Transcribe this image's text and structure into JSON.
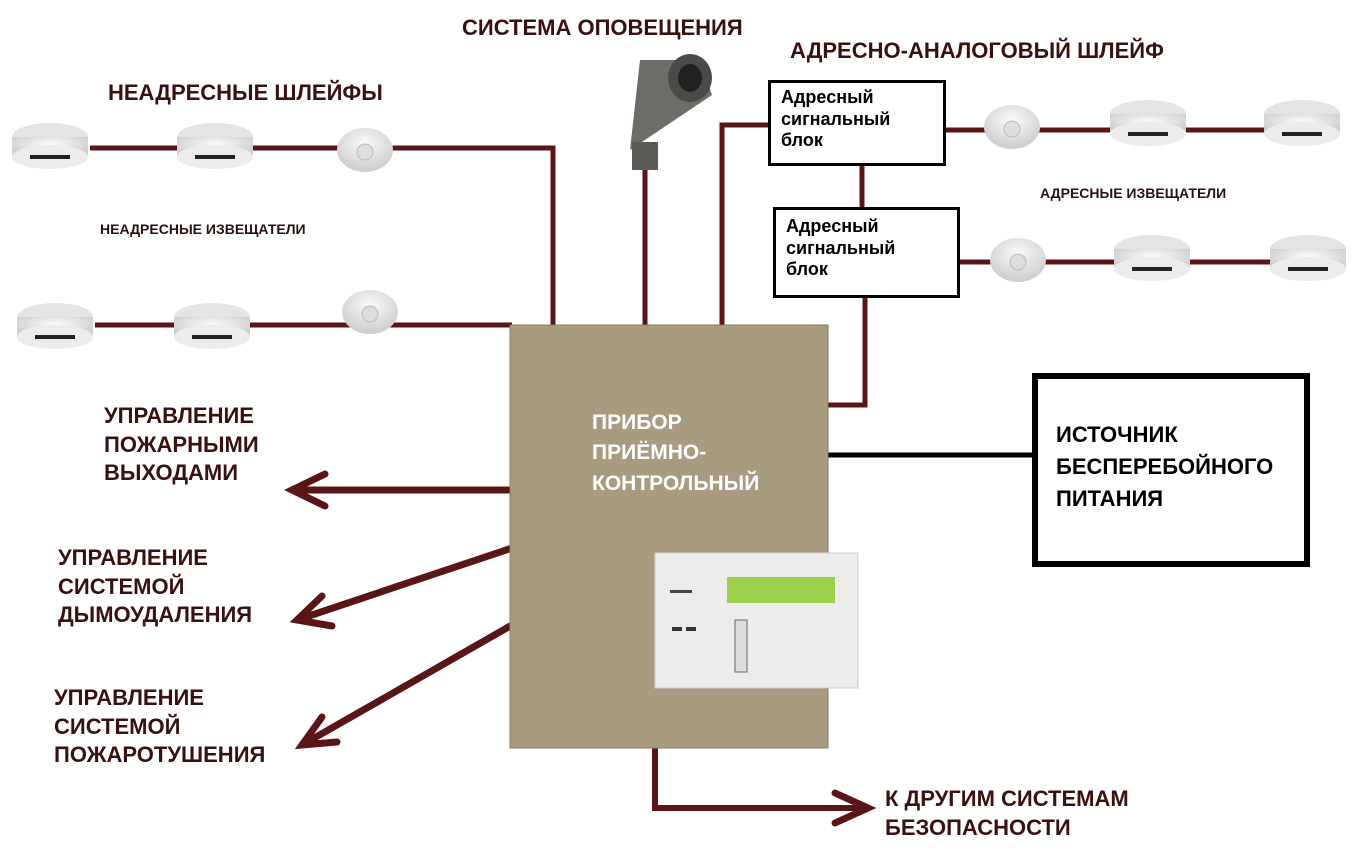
{
  "titles": {
    "warning_system": "СИСТЕМА ОПОВЕЩЕНИЯ",
    "addressable_loop": "АДРЕСНО-АНАЛОГОВЫЙ ШЛЕЙФ",
    "non_addressable_loops": "НЕАДРЕСНЫЕ ШЛЕЙФЫ",
    "non_addressable_detectors": "НЕАДРЕСНЫЕ ИЗВЕЩАТЕЛИ",
    "addressable_detectors": "АДРЕСНЫЕ ИЗВЕЩАТЕЛИ"
  },
  "signal_blocks": [
    "Адресный\nсигнальный\nблок",
    "Адресный\nсигнальный\nблок"
  ],
  "control_panel": "ПРИБОР\nПРИЁМНО-\nКОНТРОЛЬНЫЙ",
  "ups": "ИСТОЧНИК\nБЕСПЕРЕБОЙНОГО\nПИТАНИЯ",
  "outputs": {
    "fire_exits": "УПРАВЛЕНИЕ\nПОЖАРНЫМИ\nВЫХОДАМИ",
    "smoke_removal": "УПРАВЛЕНИЕ\nСИСТЕМОЙ\nДЫМОУДАЛЕНИЯ",
    "fire_extinguishing": "УПРАВЛЕНИЕ\nСИСТЕМОЙ\nПОЖАРОТУШЕНИЯ",
    "other_systems": "К ДРУГИМ СИСТЕМАМ\nБЕЗОПАСНОСТИ"
  },
  "colors": {
    "wire": "#5a1616",
    "panel": "#a99b80",
    "lcd": "#9ccf4a"
  }
}
